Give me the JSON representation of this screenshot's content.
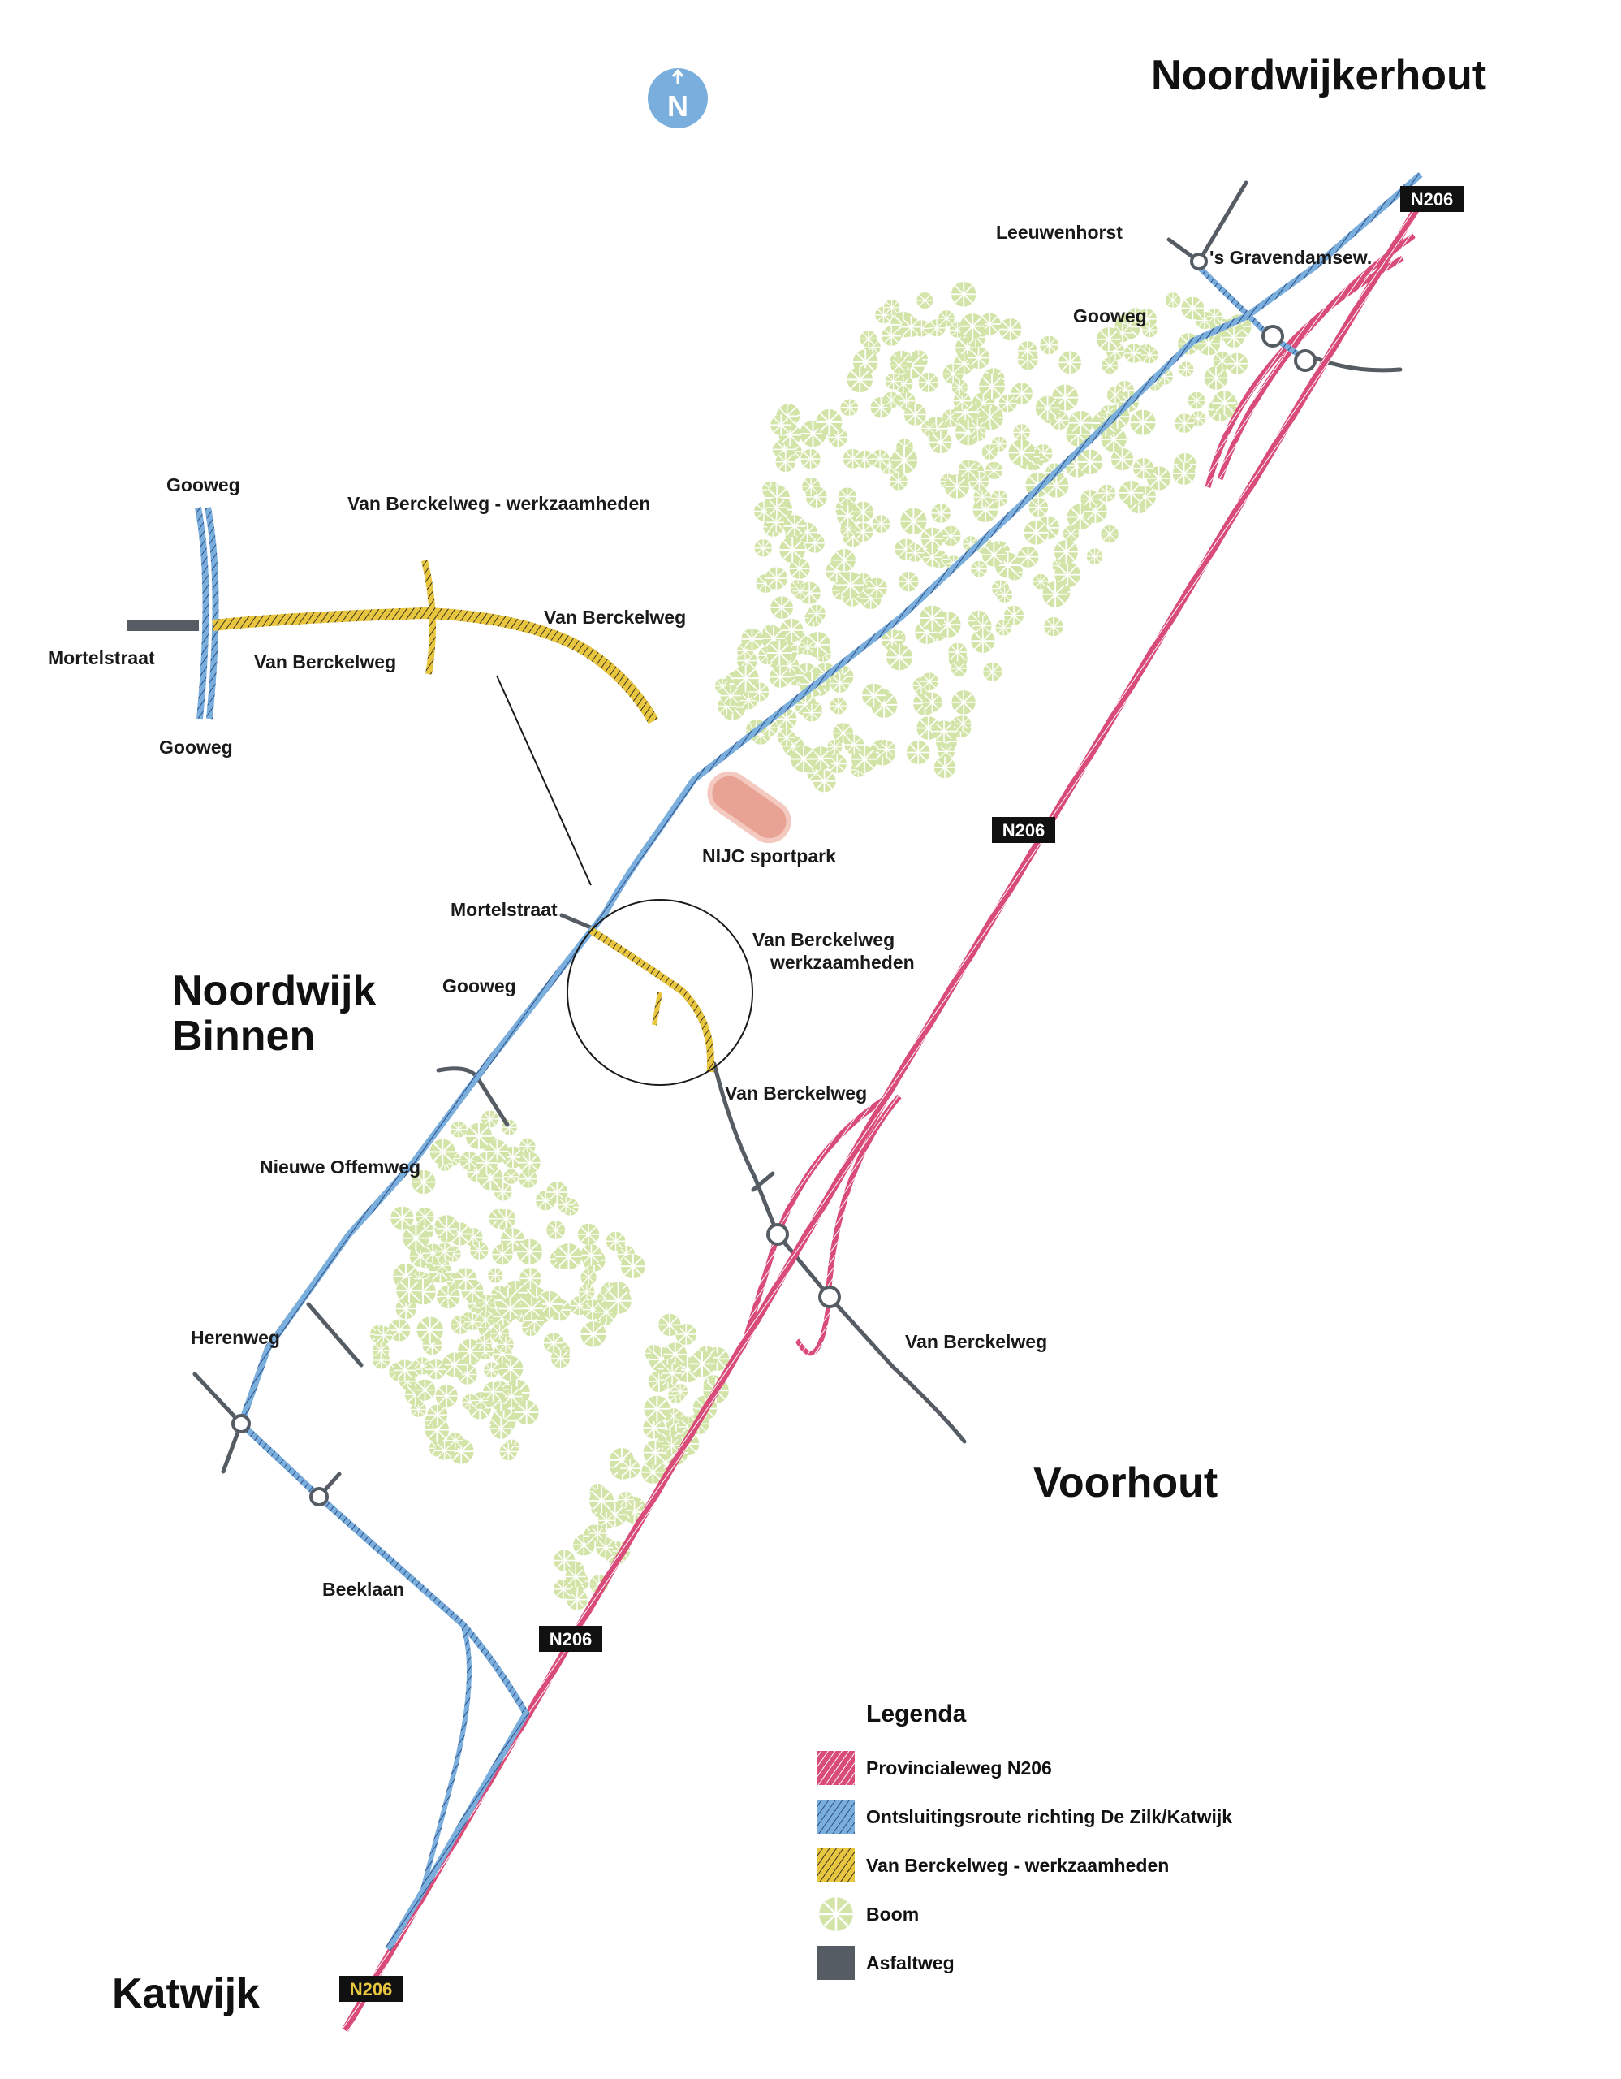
{
  "colors": {
    "n206": "#d94b78",
    "route": "#7aaedd",
    "works": "#e8c640",
    "asphalt": "#555c63",
    "tree": "#d3e4a8",
    "sportpark": "#e9a394",
    "compass": "#7aaedd",
    "shield_bg": "#111111",
    "shield_text": "#ffffff",
    "shield_text_katwijk": "#e8c640"
  },
  "icons": {
    "compass": "north-arrow-icon",
    "tree": "tree-icon"
  },
  "compass": {
    "label": "N"
  },
  "places": {
    "noordwijkerhout": "Noordwijkerhout",
    "noordwijk_binnen_line1": "Noordwijk",
    "noordwijk_binnen_line2": "Binnen",
    "voorhout": "Voorhout",
    "katwijk": "Katwijk"
  },
  "road_shields": {
    "n206_top": "N206",
    "n206_mid": "N206",
    "n206_low": "N206",
    "n206_katwijk": "N206"
  },
  "labels": {
    "leeuwenhorst": "Leeuwenhorst",
    "gravendamseweg": "'s Gravendamsew.",
    "gooweg_top": "Gooweg",
    "sportpark": "NIJC sportpark",
    "mortelstraat": "Mortelstraat",
    "gooweg_mid": "Gooweg",
    "vb_works_line1": "Van Berckelweg",
    "vb_works_line2": "werkzaamheden",
    "van_berckelweg_1": "Van Berckelweg",
    "nieuwe_offemweg": "Nieuwe Offemweg",
    "van_berckelweg_2": "Van Berckelweg",
    "herenweg": "Herenweg",
    "beeklaan": "Beeklaan"
  },
  "inset": {
    "gooweg_top": "Gooweg",
    "gooweg_bottom": "Gooweg",
    "title": "Van Berckelweg - werkzaamheden",
    "mortelstraat": "Mortelstraat",
    "van_berckelweg_left": "Van Berckelweg",
    "van_berckelweg_right": "Van Berckelweg"
  },
  "legend": {
    "title": "Legenda",
    "items": [
      "Provincialeweg N206",
      "Ontsluitingsroute richting De Zilk/Katwijk",
      "Van Berckelweg - werkzaamheden",
      "Boom",
      "Asfaltweg"
    ]
  }
}
